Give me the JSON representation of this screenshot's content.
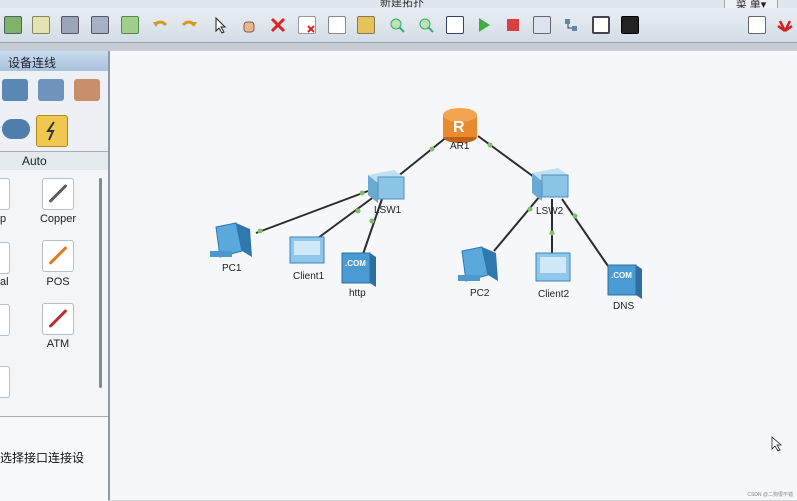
{
  "window": {
    "title": "新建拓扑",
    "menu_label": "菜 单▾"
  },
  "toolbar": {
    "icons": [
      "new-topo-icon",
      "open-icon",
      "save-icon",
      "save-as-icon",
      "print-icon",
      "undo-icon",
      "redo-icon",
      "select-icon",
      "hand-icon",
      "delete-icon",
      "delete-connection-icon",
      "text-icon",
      "palette-icon",
      "zoom-in-icon",
      "zoom-out-icon",
      "fit-icon",
      "start-icon",
      "stop-icon",
      "capture-icon",
      "topology-icon",
      "window-icon",
      "cli-icon",
      "chat-icon",
      "huawei-logo-icon"
    ]
  },
  "left_panel": {
    "header": "设备连线",
    "auto_label": "Auto",
    "cables": [
      {
        "name": "Copper",
        "color": "#5b5b5b"
      },
      {
        "name": "POS",
        "color": "#e07a1f"
      },
      {
        "name": "ATM",
        "color": "#b8312f"
      }
    ],
    "cut_labels": [
      "p",
      "al"
    ],
    "hint": "选择接口连接设"
  },
  "topology": {
    "devices": [
      {
        "id": "AR1",
        "label": "AR1",
        "type": "router"
      },
      {
        "id": "LSW1",
        "label": "LSW1",
        "type": "switch"
      },
      {
        "id": "LSW2",
        "label": "LSW2",
        "type": "switch"
      },
      {
        "id": "PC1",
        "label": "PC1",
        "type": "pc"
      },
      {
        "id": "Client1",
        "label": "Client1",
        "type": "client"
      },
      {
        "id": "http",
        "label": "http",
        "type": "server"
      },
      {
        "id": "PC2",
        "label": "PC2",
        "type": "pc"
      },
      {
        "id": "Client2",
        "label": "Client2",
        "type": "client"
      },
      {
        "id": "DNS",
        "label": "DNS",
        "type": "server"
      }
    ],
    "links": [
      [
        "AR1",
        "LSW1"
      ],
      [
        "AR1",
        "LSW2"
      ],
      [
        "LSW1",
        "PC1"
      ],
      [
        "LSW1",
        "Client1"
      ],
      [
        "LSW1",
        "http"
      ],
      [
        "LSW2",
        "PC2"
      ],
      [
        "LSW2",
        "Client2"
      ],
      [
        "LSW2",
        "DNS"
      ]
    ],
    "server_text": ".COM"
  },
  "watermark": "CSDN @二狗很不错"
}
